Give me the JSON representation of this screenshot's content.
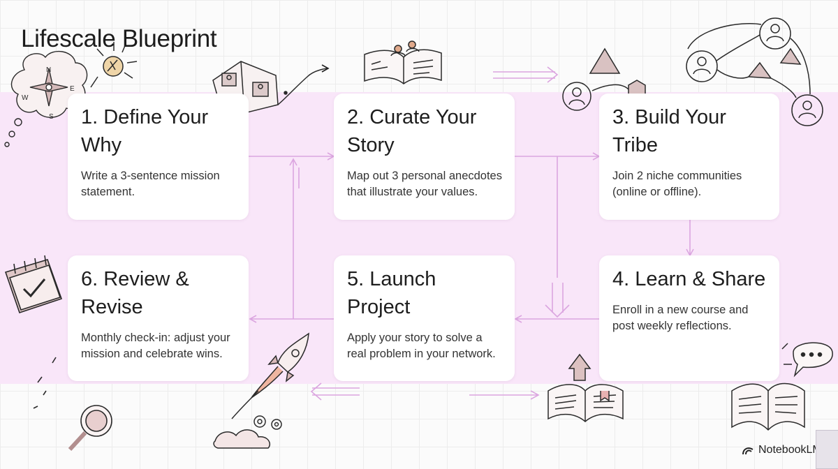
{
  "title": "Lifescale Blueprint",
  "steps": [
    {
      "title": "1. Define Your Why",
      "description": "Write a 3-sentence mission statement."
    },
    {
      "title": "2. Curate Your Story",
      "description": "Map out 3 personal anecdotes that illustrate your values."
    },
    {
      "title": "3. Build Your Tribe",
      "description": "Join 2 niche communities (online or offline)."
    },
    {
      "title": "4. Learn & Share",
      "description": "Enroll in a new course and post weekly reflections."
    },
    {
      "title": "5. Launch Project",
      "description": "Apply your story to solve a real problem in your network."
    },
    {
      "title": "6. Review & Revise",
      "description": "Monthly check-in: adjust your mission and celebrate wins."
    }
  ],
  "compass": {
    "n": "N",
    "e": "E",
    "s": "S",
    "w": "W"
  },
  "brand": "NotebookLM",
  "colors": {
    "band": "#f9e6f9",
    "arrow": "#dba5e0",
    "sketch_line": "#2a2a2a",
    "sketch_fill": "#d9c2c2"
  },
  "icons": [
    "compass-icon",
    "lightbulb-icon",
    "storybook-icon",
    "profiles-network-icon",
    "calendar-check-icon",
    "magnifier-icon",
    "rocket-icon",
    "gears-icon",
    "open-book-icon",
    "up-arrow-icon",
    "idea-book-icon",
    "speech-bubble-icon",
    "notebook-logo-icon"
  ]
}
